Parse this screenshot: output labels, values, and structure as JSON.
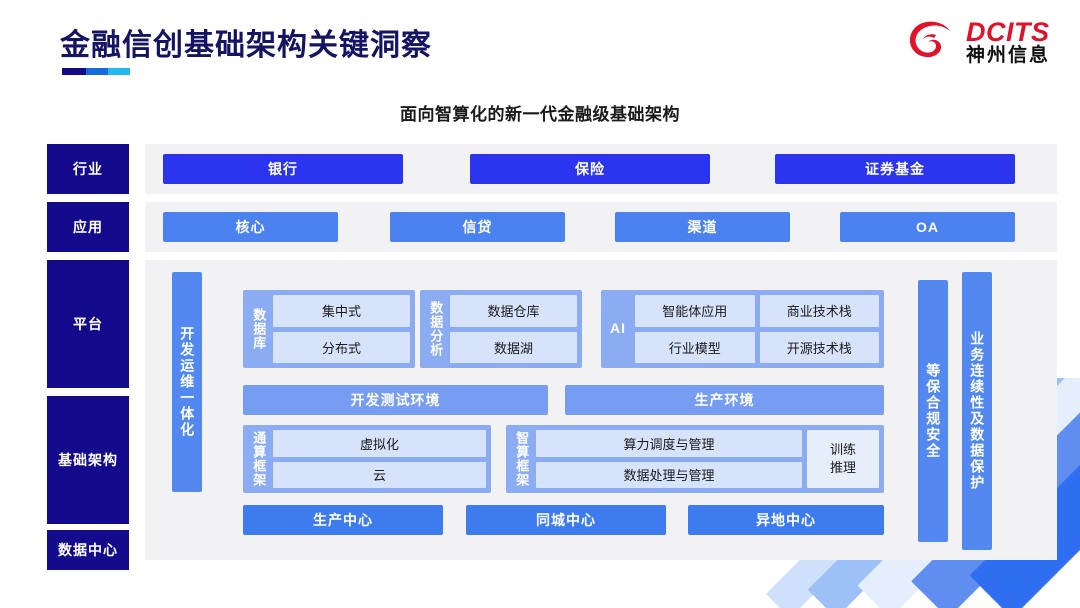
{
  "header": {
    "title": "金融信创基础架构关键洞察",
    "subtitle": "面向智算化的新一代金融级基础架构",
    "logo_en": "DCITS",
    "logo_cn": "神州信息",
    "accent_navy": "#140a8c",
    "accent_blue": "#2b35ef",
    "accent_cyan": "#26b7ef",
    "logo_red": "#e2122a"
  },
  "row_labels": {
    "industry": "行业",
    "application": "应用",
    "platform": "平台",
    "infrastructure": "基础架构",
    "datacenter": "数据中心"
  },
  "industry": {
    "items": [
      {
        "label": "银行"
      },
      {
        "label": "保险"
      },
      {
        "label": "证券基金"
      }
    ],
    "color": "#2b35ef"
  },
  "application": {
    "items": [
      {
        "label": "核心"
      },
      {
        "label": "信贷"
      },
      {
        "label": "渠道"
      },
      {
        "label": "OA"
      }
    ],
    "color": "#4c82ef"
  },
  "side_bars": {
    "left": "开发运维一体化",
    "right_inner": "等保合规安全",
    "right_outer": "业务连续性及数据保护"
  },
  "platform": {
    "groups": [
      {
        "label": "数据库",
        "rows": [
          [
            "集中式"
          ],
          [
            "分布式"
          ]
        ]
      },
      {
        "label": "数据分析",
        "rows": [
          [
            "数据仓库"
          ],
          [
            "数据湖"
          ]
        ]
      },
      {
        "label": "AI",
        "label_orientation": "horizontal",
        "rows": [
          [
            "智能体应用",
            "商业技术栈"
          ],
          [
            "行业模型",
            "开源技术栈"
          ]
        ]
      }
    ],
    "environments": [
      {
        "label": "开发测试环境"
      },
      {
        "label": "生产环境"
      }
    ]
  },
  "infrastructure": {
    "groups": [
      {
        "label": "通算框架",
        "rows": [
          [
            "虚拟化"
          ],
          [
            "云"
          ]
        ]
      },
      {
        "label": "智算框架",
        "rows": [
          [
            "算力调度与管理"
          ],
          [
            "数据处理与管理"
          ]
        ]
      }
    ],
    "aside": {
      "line1": "训练",
      "line2": "推理"
    }
  },
  "datacenter": {
    "items": [
      {
        "label": "生产中心"
      },
      {
        "label": "同城中心"
      },
      {
        "label": "异地中心"
      }
    ],
    "color": "#3d7bef"
  }
}
